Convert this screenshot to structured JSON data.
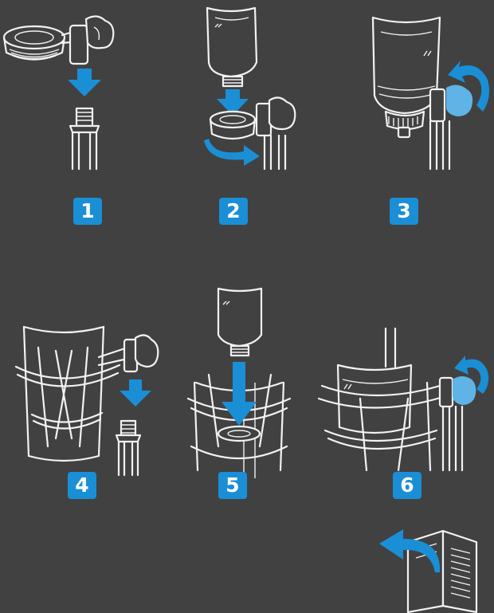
{
  "steps": [
    {
      "number": "1",
      "icon": "mount-adapter-onto-stand-thread"
    },
    {
      "number": "2",
      "icon": "screw-microphone-into-adapter"
    },
    {
      "number": "3",
      "icon": "tighten-knob-adjust-angle"
    },
    {
      "number": "4",
      "icon": "shock-mount-onto-stand-thread"
    },
    {
      "number": "5",
      "icon": "insert-microphone-into-shock-mount"
    },
    {
      "number": "6",
      "icon": "tighten-shock-mount-knob"
    }
  ],
  "footer_icon": "turn-page-manual-icon",
  "colors": {
    "background": "#414141",
    "accent_blue": "#1a8fd6",
    "line_art": "#f2f2f2"
  }
}
